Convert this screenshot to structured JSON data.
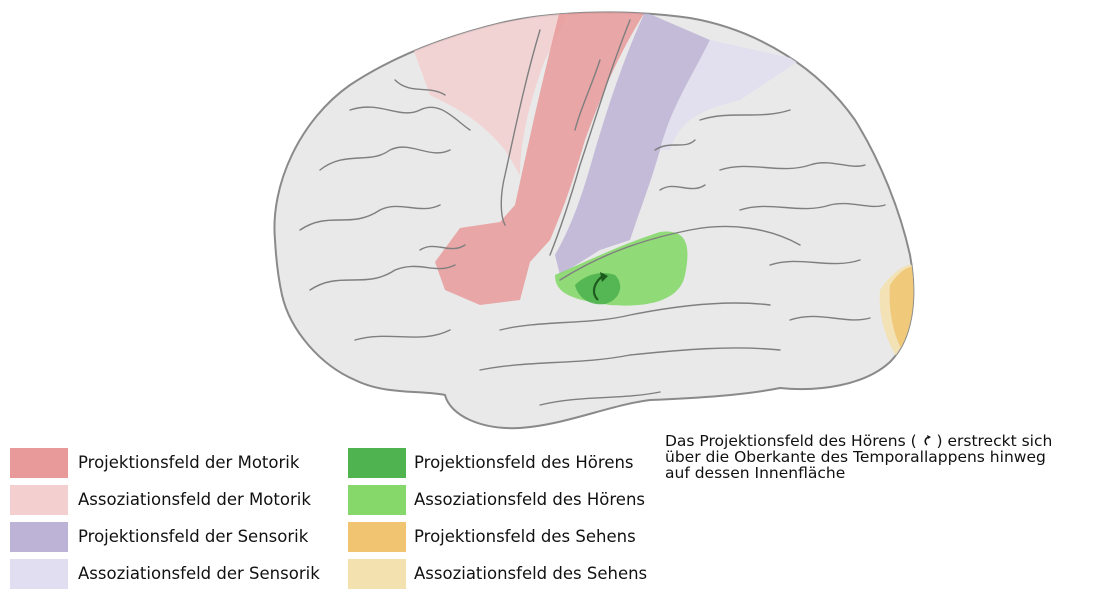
{
  "legend": [
    {
      "label": "Projektionsfeld der Motorik",
      "color": "#e89a9a"
    },
    {
      "label": "Assoziationsfeld der Motorik",
      "color": "#f3cfd0"
    },
    {
      "label": "Projektionsfeld der Sensorik",
      "color": "#bdb3d6"
    },
    {
      "label": "Assoziationsfeld der Sensorik",
      "color": "#e0def0"
    },
    {
      "label": "Projektionsfeld des Hörens",
      "color": "#4fb34f"
    },
    {
      "label": "Assoziationsfeld des Hörens",
      "color": "#86d86a"
    },
    {
      "label": "Projektionsfeld des Sehens",
      "color": "#f0c470"
    },
    {
      "label": "Assoziationsfeld des Sehens",
      "color": "#f3e1b0"
    }
  ],
  "note": {
    "line1_before": "Das Projektionsfeld des Hörens ( ",
    "line1_after": " ) erstreckt sich",
    "line2": "über die Oberkante des Temporallappens hinweg",
    "line3": "auf dessen Innenfläche"
  }
}
